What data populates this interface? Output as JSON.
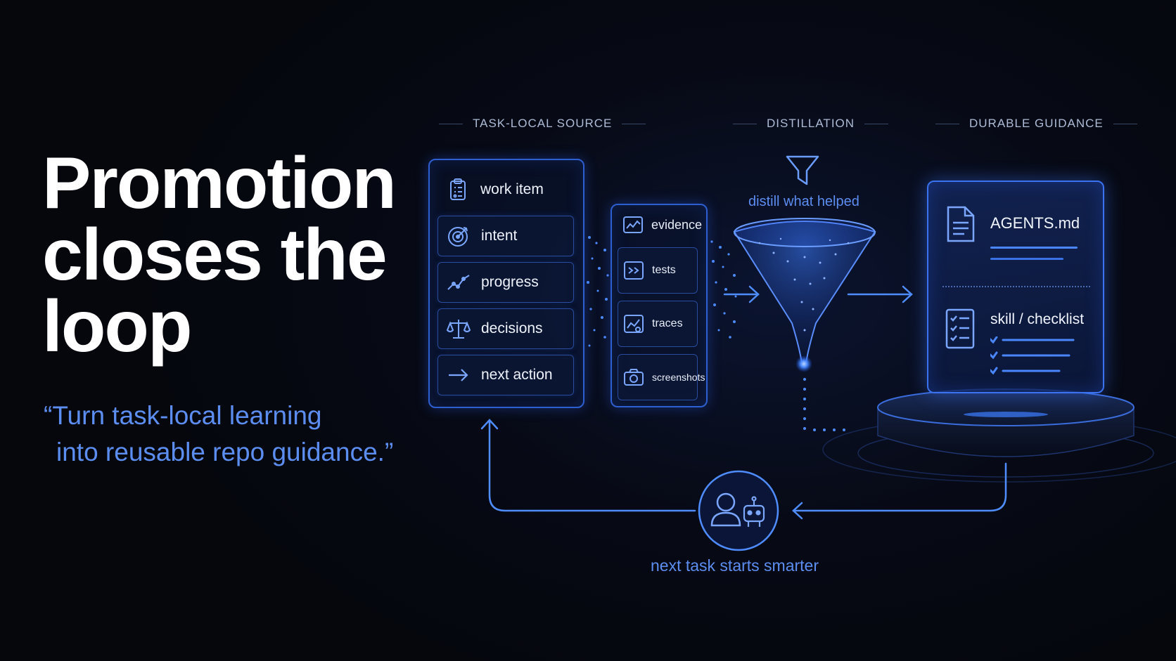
{
  "headline": [
    "Promotion",
    "closes the",
    "loop"
  ],
  "quote": [
    "“Turn task-local learning",
    "into reusable repo guidance.”"
  ],
  "stages": {
    "source": "TASK-LOCAL SOURCE",
    "distillation": "DISTILLATION",
    "durable": "DURABLE GUIDANCE"
  },
  "source_items": [
    {
      "label": "work item",
      "icon": "clipboard-list-icon"
    },
    {
      "label": "intent",
      "icon": "target-icon"
    },
    {
      "label": "progress",
      "icon": "trend-line-icon"
    },
    {
      "label": "decisions",
      "icon": "scale-icon"
    },
    {
      "label": "next action",
      "icon": "arrow-right-icon"
    }
  ],
  "evidence_items": [
    {
      "label": "evidence",
      "icon": "chart-icon"
    },
    {
      "label": "tests",
      "icon": "terminal-icon"
    },
    {
      "label": "traces",
      "icon": "trace-chart-icon"
    },
    {
      "label": "screenshots",
      "icon": "camera-icon"
    }
  ],
  "distill_caption": "distill what helped",
  "guidance": {
    "doc_title": "AGENTS.md",
    "doc_icon": "document-icon",
    "checklist_title": "skill / checklist",
    "checklist_icon": "checklist-icon"
  },
  "loop_caption": "next task starts smarter",
  "loop_icons": [
    "user-icon",
    "robot-icon"
  ],
  "colors": {
    "accent": "#5c8df0",
    "panel_border": "#2e5fd0",
    "glow": "#3b82ff",
    "background": "#06080f"
  }
}
